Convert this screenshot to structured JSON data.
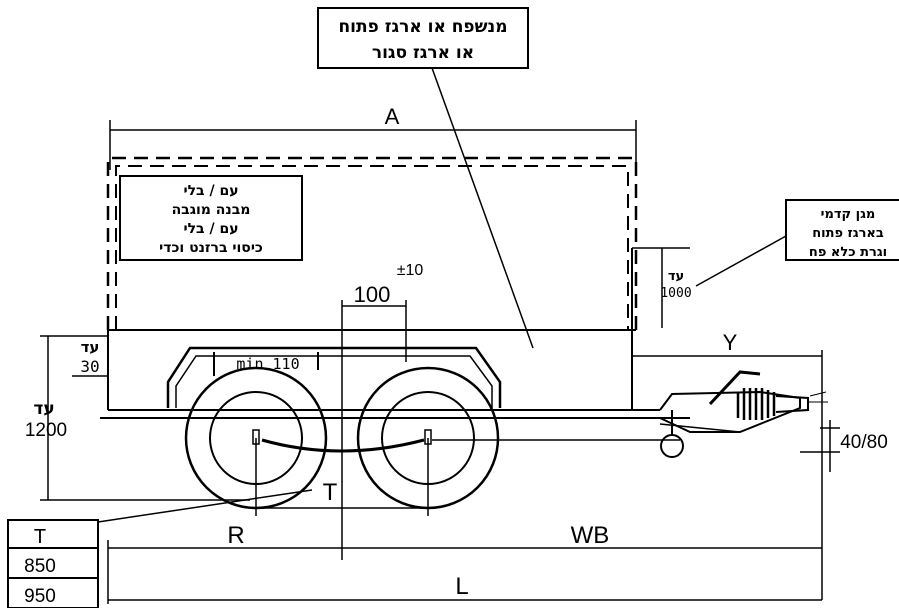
{
  "callouts": {
    "body_type_line1": "מנשפח או ארגז פתוח",
    "body_type_line2": "או ארגז סגור",
    "frame_line1": "עם / בלי",
    "frame_line2": "מבנה מוגבה",
    "frame_line3": "עם / בלי",
    "frame_line4": "כיסוי ברזנט וכדי",
    "guard_line1": "מגן קדמי",
    "guard_line2": "בארגז פתוח",
    "guard_line3": "וגרת כלא פח"
  },
  "dimensions": {
    "A": "A",
    "tolerance": "±10",
    "d100": "100",
    "up_to_1000_word": "עד",
    "up_to_1000_value": "1000",
    "up_to_30_word": "עד",
    "up_to_30_value": "30",
    "up_to_1200_word": "עד",
    "up_to_1200_value": "1200",
    "min110": "min 110",
    "Y": "Y",
    "d40_80": "40/80",
    "T": "T",
    "R": "R",
    "WB": "WB",
    "L": "L"
  },
  "t_table": {
    "header": "T",
    "rows": [
      "850",
      "950"
    ]
  }
}
